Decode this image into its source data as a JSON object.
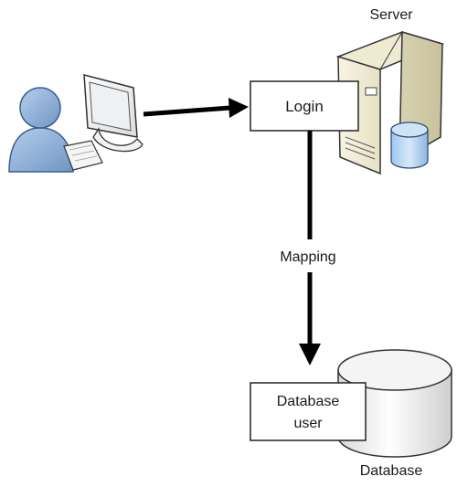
{
  "diagram": {
    "server_label": "Server",
    "login_label": "Login",
    "mapping_label": "Mapping",
    "database_user_line1": "Database",
    "database_user_line2": "user",
    "database_label": "Database"
  },
  "icons": {
    "user": "user-icon",
    "monitor": "monitor-icon",
    "keyboard": "keyboard-icon",
    "server": "server-tower-icon",
    "server_db": "database-cylinder-icon",
    "database": "database-drum-icon"
  },
  "colors": {
    "user_fill": "#8fb1d9",
    "arrow": "#000000",
    "server_fill": "#f3f0d9",
    "db_fill": "#b9d6f2"
  }
}
